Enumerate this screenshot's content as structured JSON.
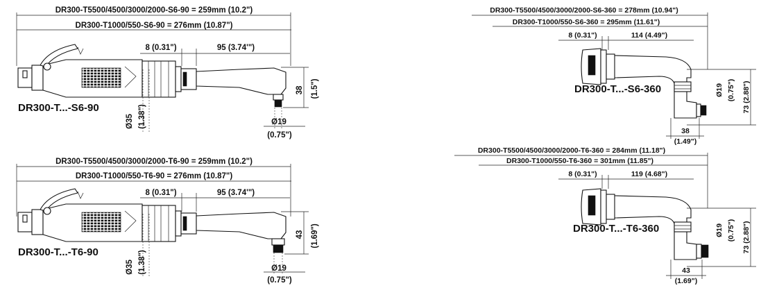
{
  "views": {
    "s6_90": {
      "overall_1": "DR300-T5500/4500/3000/2000-S6-90 = 259mm (10.2\")",
      "overall_2": "DR300-T1000/550-S6-90 = 276mm (10.87\")",
      "dim_a": "8 (0.31\")",
      "dim_b": "95 (3.74'\")",
      "height_mm": "38",
      "height_in": "(1.5\")",
      "grip_mm": "Ø35",
      "grip_in": "(1.38\")",
      "output_mm": "Ø19",
      "output_in": "(0.75\")",
      "model_label": "DR300-T...-S6-90"
    },
    "t6_90": {
      "overall_1": "DR300-T5500/4500/3000/2000-T6-90 = 259mm (10.2\")",
      "overall_2": "DR300-T1000/550-T6-90 = 276mm (10.87\")",
      "dim_a": "8 (0.31\")",
      "dim_b": "95 (3.74'\")",
      "height_mm": "43",
      "height_in": "(1.69\")",
      "grip_mm": "Ø35",
      "grip_in": "(1.38\")",
      "output_mm": "Ø19",
      "output_in": "(0.75\")",
      "model_label": "DR300-T...-T6-90"
    },
    "s6_360": {
      "overall_1": "DR300-T5500/4500/3000/2000-S6-360 = 278mm (10.94\")",
      "overall_2": "DR300-T1000/550-S6-360 = 295mm (11.61\")",
      "dim_a": "8 (0.31\")",
      "dim_b": "114 (4.49\")",
      "dia": "Ø19",
      "dia_in": "(0.75\")",
      "height": "73 (2.88\")",
      "width_mm": "38",
      "width_in": "(1.49\")",
      "model_label": "DR300-T...-S6-360"
    },
    "t6_360": {
      "overall_1": "DR300-T5500/4500/3000/2000-T6-360 = 284mm (11.18\")",
      "overall_2": "DR300-T1000/550-T6-360 = 301mm (11.85\")",
      "dim_a": "8 (0.31\")",
      "dim_b": "119 (4.68\")",
      "dia": "Ø19",
      "dia_in": "(0.75\")",
      "height": "73 (2.88\")",
      "width_mm": "43",
      "width_in": "(1.69\")",
      "model_label": "DR300-T...-T6-360"
    }
  }
}
